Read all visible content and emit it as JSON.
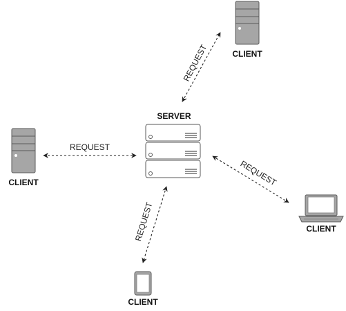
{
  "diagram": {
    "server": {
      "label": "SERVER",
      "icon": "server-icon"
    },
    "clients": [
      {
        "label": "CLIENT",
        "icon": "tower-pc-icon"
      },
      {
        "label": "CLIENT",
        "icon": "tower-pc-icon"
      },
      {
        "label": "CLIENT",
        "icon": "laptop-icon"
      },
      {
        "label": "CLIENT",
        "icon": "smartphone-icon"
      }
    ],
    "edges": [
      {
        "label": "REQUEST"
      },
      {
        "label": "REQUEST"
      },
      {
        "label": "REQUEST"
      },
      {
        "label": "REQUEST"
      }
    ],
    "colors": {
      "device_fill": "#a6a6a6",
      "device_stroke": "#595959",
      "line": "#222222"
    }
  }
}
